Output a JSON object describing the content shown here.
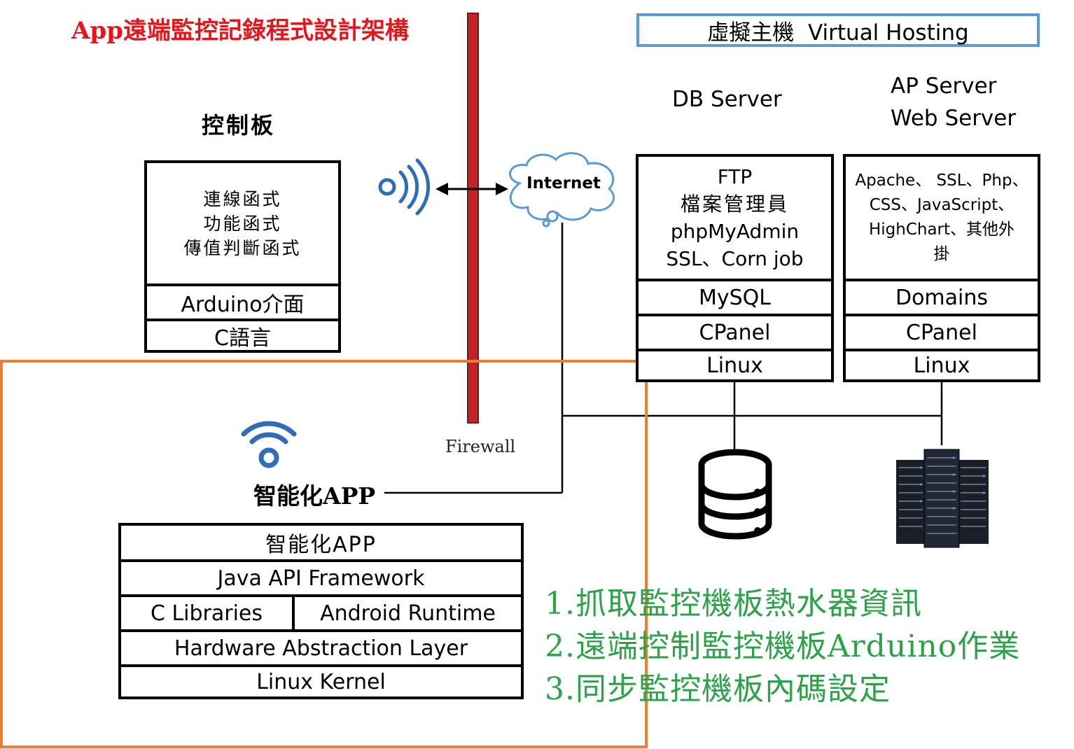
{
  "title": "App遠端監控記錄程式設計架構",
  "firewall_label": "Firewall",
  "internet_label": "Internet",
  "control_board": {
    "heading": "控制板",
    "top_lines": [
      "連線函式",
      "功能函式",
      "傳值判斷函式"
    ],
    "layer1": "Arduino介面",
    "layer2": "C語言"
  },
  "virtual_hosting": "虛擬主機  Virtual Hosting",
  "db_server": {
    "heading": "DB Server",
    "top_lines": [
      "FTP",
      "檔案管理員",
      "phpMyAdmin",
      "SSL、Corn job"
    ],
    "layer1": "MySQL",
    "layer2": "CPanel",
    "layer3": "Linux"
  },
  "ap_server": {
    "heading_line1": "AP Server",
    "heading_line2": "Web Server",
    "top_lines": [
      "Apache、 SSL、Php、",
      "CSS、JavaScript、",
      "HighChart、其他外",
      "掛"
    ],
    "layer1": "Domains",
    "layer2": "CPanel",
    "layer3": "Linux"
  },
  "smart_app": {
    "label": "智能化APP",
    "stack": {
      "app": "智能化APP",
      "framework": "Java API Framework",
      "c_libraries": "C Libraries",
      "runtime": "Android Runtime",
      "hal": "Hardware Abstraction Layer",
      "kernel": "Linux Kernel"
    }
  },
  "features": [
    "1.抓取監控機板熱水器資訊",
    "2.遠端控制監控機板Arduino作業",
    "3.同步監控機板內碼設定"
  ],
  "icons": [
    "wireless-signal-icon",
    "internet-cloud-icon",
    "wifi-icon",
    "database-icon",
    "server-rack-icon"
  ],
  "colors": {
    "title": "#e8141b",
    "firewall": "#c0242a",
    "hosting_border": "#5b9bd5",
    "cloud_stroke": "#5b9bd5",
    "wireless_icon": "#2f6db5",
    "app_region": "#ed7d31",
    "features": "#2ea24a"
  }
}
